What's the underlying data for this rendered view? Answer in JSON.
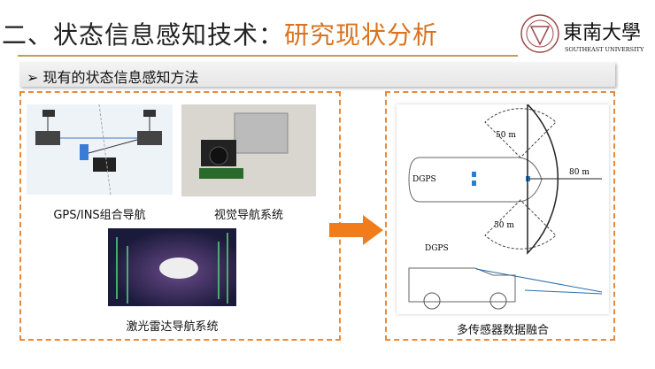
{
  "header": {
    "title_main": "二、状态信息感知技术：",
    "title_accent": "研究现状分析",
    "logo_text": "東南大學",
    "logo_sub": "SOUTHEAST UNIVERSITY"
  },
  "section": {
    "bullet": "➢",
    "heading": "现有的状态信息感知方法"
  },
  "left_panel": {
    "items": [
      {
        "caption": "GPS/INS组合导航"
      },
      {
        "caption": "视觉导航系统"
      },
      {
        "caption": "激光雷达导航系统"
      }
    ]
  },
  "right_panel": {
    "caption": "多传感器数据融合",
    "diagram_labels": {
      "dgps": "DGPS",
      "range_side": "50 m",
      "range_front": "80 m"
    }
  },
  "colors": {
    "accent": "#d9731f",
    "dash": "#e88a3a",
    "arrow": "#f07c1c"
  }
}
